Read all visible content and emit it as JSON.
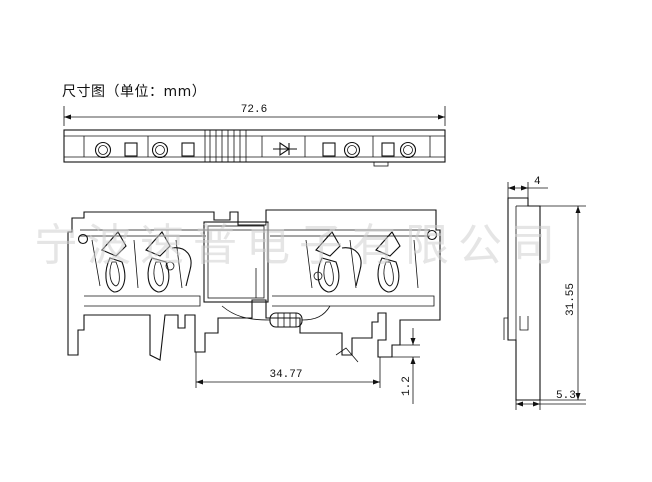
{
  "drawing": {
    "title": "尺寸图（单位：mm）",
    "watermark": "宁波速普电子有限公司",
    "dimensions": {
      "overall_length": "72.6",
      "pitch": "34.77",
      "foot_height": "1.2",
      "side_width": "4",
      "side_height": "31.55",
      "side_base": "5.3"
    }
  }
}
